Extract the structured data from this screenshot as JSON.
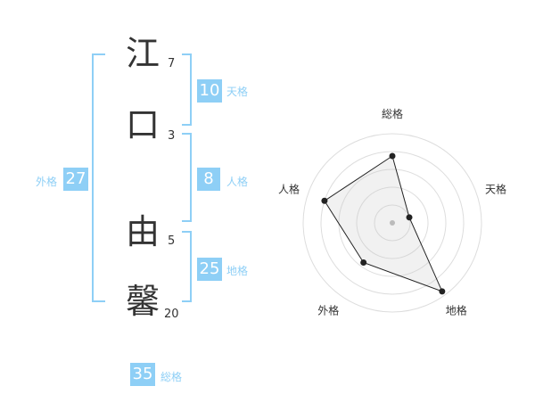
{
  "colors": {
    "accent": "#8ecff6",
    "badge_text": "#ffffff",
    "text": "#333333"
  },
  "name": {
    "chars": [
      {
        "char": "江",
        "strokes": "7"
      },
      {
        "char": "口",
        "strokes": "3"
      },
      {
        "char": "由",
        "strokes": "5"
      },
      {
        "char": "馨",
        "strokes": "20"
      }
    ]
  },
  "fortune": {
    "tenkaku": {
      "value": "10",
      "label": "天格"
    },
    "jinkaku": {
      "value": "8",
      "label": "人格"
    },
    "chikaku": {
      "value": "25",
      "label": "地格"
    },
    "gaikaku": {
      "value": "27",
      "label": "外格"
    },
    "soukaku": {
      "value": "35",
      "label": "総格"
    }
  },
  "chart_data": {
    "type": "radar",
    "axes": [
      "総格",
      "天格",
      "地格",
      "外格",
      "人格"
    ],
    "values": [
      0.75,
      0.2,
      0.95,
      0.55,
      0.8
    ],
    "max": 1.0,
    "rings": 5,
    "grid": true
  }
}
